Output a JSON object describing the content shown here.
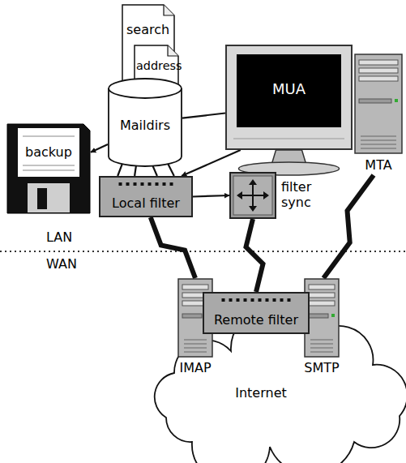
{
  "diagram": {
    "nodes": [
      {
        "text": [
          "search"
        ]
      },
      {
        "text": [
          "address"
        ]
      },
      {
        "text": [
          "Maildirs"
        ]
      },
      {
        "text": [
          "MUA"
        ]
      },
      {
        "text": [
          "MTA"
        ]
      },
      {
        "text": [
          "backup"
        ]
      },
      {
        "text": [
          "Local filter"
        ]
      },
      {
        "text": [
          "filter sync"
        ]
      },
      {
        "text": [
          "Internet"
        ]
      },
      {
        "text": [
          "IMAP"
        ]
      },
      {
        "text": [
          "Remote filter"
        ]
      },
      {
        "text": [
          "SMTP"
        ]
      }
    ],
    "edges": [
      {
        "from": 2,
        "to": 5,
        "arrow": "to"
      },
      {
        "from": 3,
        "to": 6,
        "arrow": "to"
      },
      {
        "from": 2,
        "to": 3,
        "arrow": "none"
      },
      {
        "from": 6,
        "to": 7,
        "arrow": "to"
      },
      {
        "from": 6,
        "to": 2,
        "arrow": "none"
      },
      {
        "from": 6,
        "to": 9,
        "arrow": "none"
      },
      {
        "from": 7,
        "to": 10,
        "arrow": "none"
      },
      {
        "from": 4,
        "to": 11,
        "arrow": "none"
      }
    ],
    "labels": [
      "LAN",
      "WAN"
    ]
  }
}
